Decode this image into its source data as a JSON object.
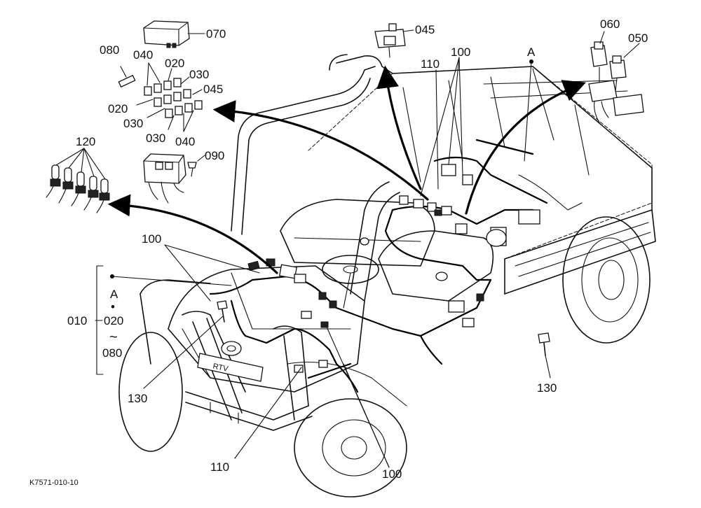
{
  "callouts": {
    "p070": "070",
    "p045_top": "045",
    "p080": "080",
    "p040_top": "040",
    "p020_top": "020",
    "p030_top": "030",
    "p045_mid": "045",
    "p020_left": "020",
    "p030_left": "030",
    "p030_bottom": "030",
    "p040_bottom": "040",
    "p090": "090",
    "p120": "120",
    "p110_top": "110",
    "p100_top": "100",
    "ref_a_top": "A",
    "p060": "060",
    "p050": "050",
    "p100_left": "100",
    "p130_left": "130",
    "p130_right": "130",
    "p110_bottom": "110",
    "p100_bottom": "100"
  },
  "assembly_bracket": {
    "ref_a": "A",
    "dot_separator": "•",
    "from": "020",
    "tilde": "~",
    "to": "080",
    "assembly_number": "010"
  },
  "footer": {
    "drawing_code": "K7571-010-10"
  },
  "vehicle_badge": "RTV"
}
